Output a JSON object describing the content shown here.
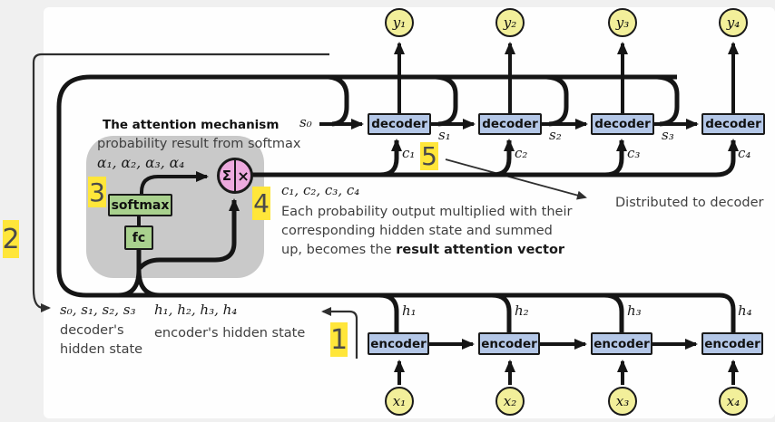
{
  "attention": {
    "heading": "The attention mechanism",
    "subheading": "probability result from softmax",
    "alphas": "α₁, α₂, α₃, α₄",
    "softmax": "softmax",
    "fc": "fc",
    "sum": "Σ",
    "times": "×"
  },
  "notes": {
    "context_list": "c₁, c₂, c₃, c₄",
    "line1": "Each probability output multiplied with their",
    "line2": "corresponding hidden state and summed",
    "line3": "up, becomes the ",
    "line3_bold": "result attention vector",
    "distributed": "Distributed to decoder",
    "s0": "s₀",
    "decoder_states": "s₀, s₁, s₂, s₃",
    "decoder_caption1": "decoder's",
    "decoder_caption2": "hidden state",
    "encoder_states": "h₁, h₂, h₃, h₄",
    "encoder_caption": "encoder's hidden state"
  },
  "steps": {
    "s1": "1",
    "s2": "2",
    "s3": "3",
    "s4": "4",
    "s5": "5"
  },
  "decoders": [
    {
      "label": "decoder",
      "y": "y₁",
      "c": "c₁",
      "s_out": "s₁"
    },
    {
      "label": "decoder",
      "y": "y₂",
      "c": "c₂",
      "s_out": "s₂"
    },
    {
      "label": "decoder",
      "y": "y₃",
      "c": "c₃",
      "s_out": "s₃"
    },
    {
      "label": "decoder",
      "y": "y₄",
      "c": "c₄"
    }
  ],
  "encoders": [
    {
      "label": "encoder",
      "x": "x₁",
      "h": "h₁"
    },
    {
      "label": "encoder",
      "x": "x₂",
      "h": "h₂"
    },
    {
      "label": "encoder",
      "x": "x₃",
      "h": "h₃"
    },
    {
      "label": "encoder",
      "x": "x₄",
      "h": "h₄"
    }
  ],
  "colors": {
    "node_blue": "#b4c7e7",
    "node_green": "#a9d18e",
    "node_yellow": "#f2ef9a",
    "sum_pink": "#edaade",
    "panel_gray": "#c9c9c9",
    "highlight_yellow": "#ffe63a",
    "wire_black": "#151515"
  }
}
